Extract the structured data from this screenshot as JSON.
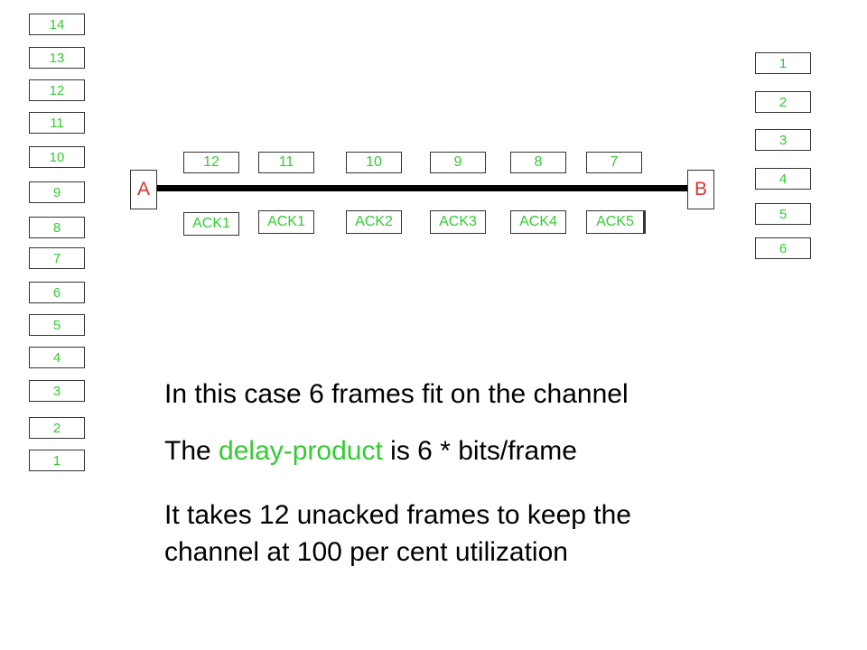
{
  "left_column": [
    "14",
    "13",
    "12",
    "11",
    "10",
    "9",
    "8",
    "7",
    "6",
    "5",
    "4",
    "3",
    "2",
    "1"
  ],
  "right_column": [
    "1",
    "2",
    "3",
    "4",
    "5",
    "6"
  ],
  "node_a": "A",
  "node_b": "B",
  "frames_on_channel": [
    "12",
    "11",
    "10",
    "9",
    "8",
    "7"
  ],
  "acks_on_channel": [
    "ACK1",
    "ACK1",
    "ACK2",
    "ACK3",
    "ACK4",
    "ACK5"
  ],
  "text": {
    "line1": "In this case 6 frames fit on the channel",
    "line2_prefix": "The",
    "line2_highlight": "delay-product",
    "line2_suffix": "is 6 * bits/frame",
    "line3a": "It takes 12 unacked frames to keep the",
    "line3b": "channel at  100 per cent utilization"
  },
  "colors": {
    "green": "#33cc33",
    "red": "#e03030",
    "line": "#000000"
  }
}
